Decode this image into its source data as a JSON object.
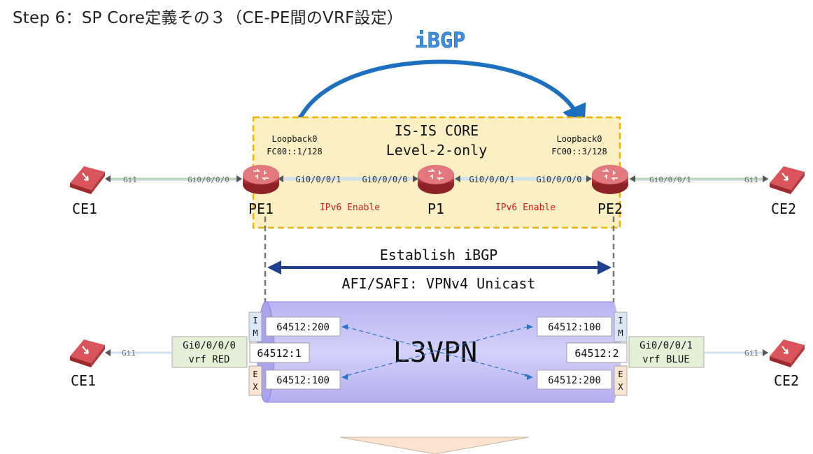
{
  "title": "Step 6：SP Core定義その３（CE-PE間のVRF設定）",
  "ibgp_label": "iBGP",
  "core": {
    "line1": "IS-IS CORE",
    "line2": "Level-2-only",
    "pe1_loopback": "Loopback0",
    "pe1_addr": "FC00::1/128",
    "pe2_loopback": "Loopback0",
    "pe2_addr": "FC00::3/128",
    "ipv6_left": "IPv6 Enable",
    "ipv6_right": "IPv6 Enable"
  },
  "nodes": {
    "ce1": "CE1",
    "pe1": "PE1",
    "p1": "P1",
    "pe2": "PE2",
    "ce2": "CE2",
    "ce1b": "CE1",
    "ce2b": "CE2"
  },
  "interfaces": {
    "ce1_gi": "Gi1",
    "pe1_ce": "Gi0/0/0/0",
    "pe1_core": "Gi0/0/0/1",
    "p1_left": "Gi0/0/0/0",
    "p1_right": "Gi0/0/0/1",
    "pe2_core": "Gi0/0/0/0",
    "pe2_ce": "Gi0/0/0/1",
    "ce2_gi": "Gi1",
    "ce1b_gi": "Gi1",
    "ce2b_gi": "Gi1"
  },
  "bgp": {
    "establish": "Establish iBGP",
    "afi": "AFI/SAFI: VPNv4 Unicast"
  },
  "l3vpn": {
    "label": "L3VPN",
    "left_im_rt": "64512:200",
    "left_ex_rt": "64512:100",
    "left_rd": "64512:1",
    "right_im_rt": "64512:100",
    "right_ex_rt": "64512:200",
    "right_rd": "64512:2",
    "im_tag": [
      "I",
      "M"
    ],
    "ex_tag": [
      "E",
      "X"
    ],
    "left_vrf_if": "Gi0/0/0/0",
    "left_vrf_name": "vrf RED",
    "right_vrf_if": "Gi0/0/0/1",
    "right_vrf_name": "vrf BLUE"
  },
  "colors": {
    "core_fill": "#fdefc4",
    "core_border": "#f0b400",
    "ibgp_arrow": "#1d6fbf",
    "tunnel_fill": "#c9c6f7",
    "vrf_box": "#e3efd6",
    "im_tag": "#dbe7f6",
    "ex_tag": "#fbe6d3",
    "router": "#c0393e",
    "ipv6_text": "#d41b1b"
  }
}
